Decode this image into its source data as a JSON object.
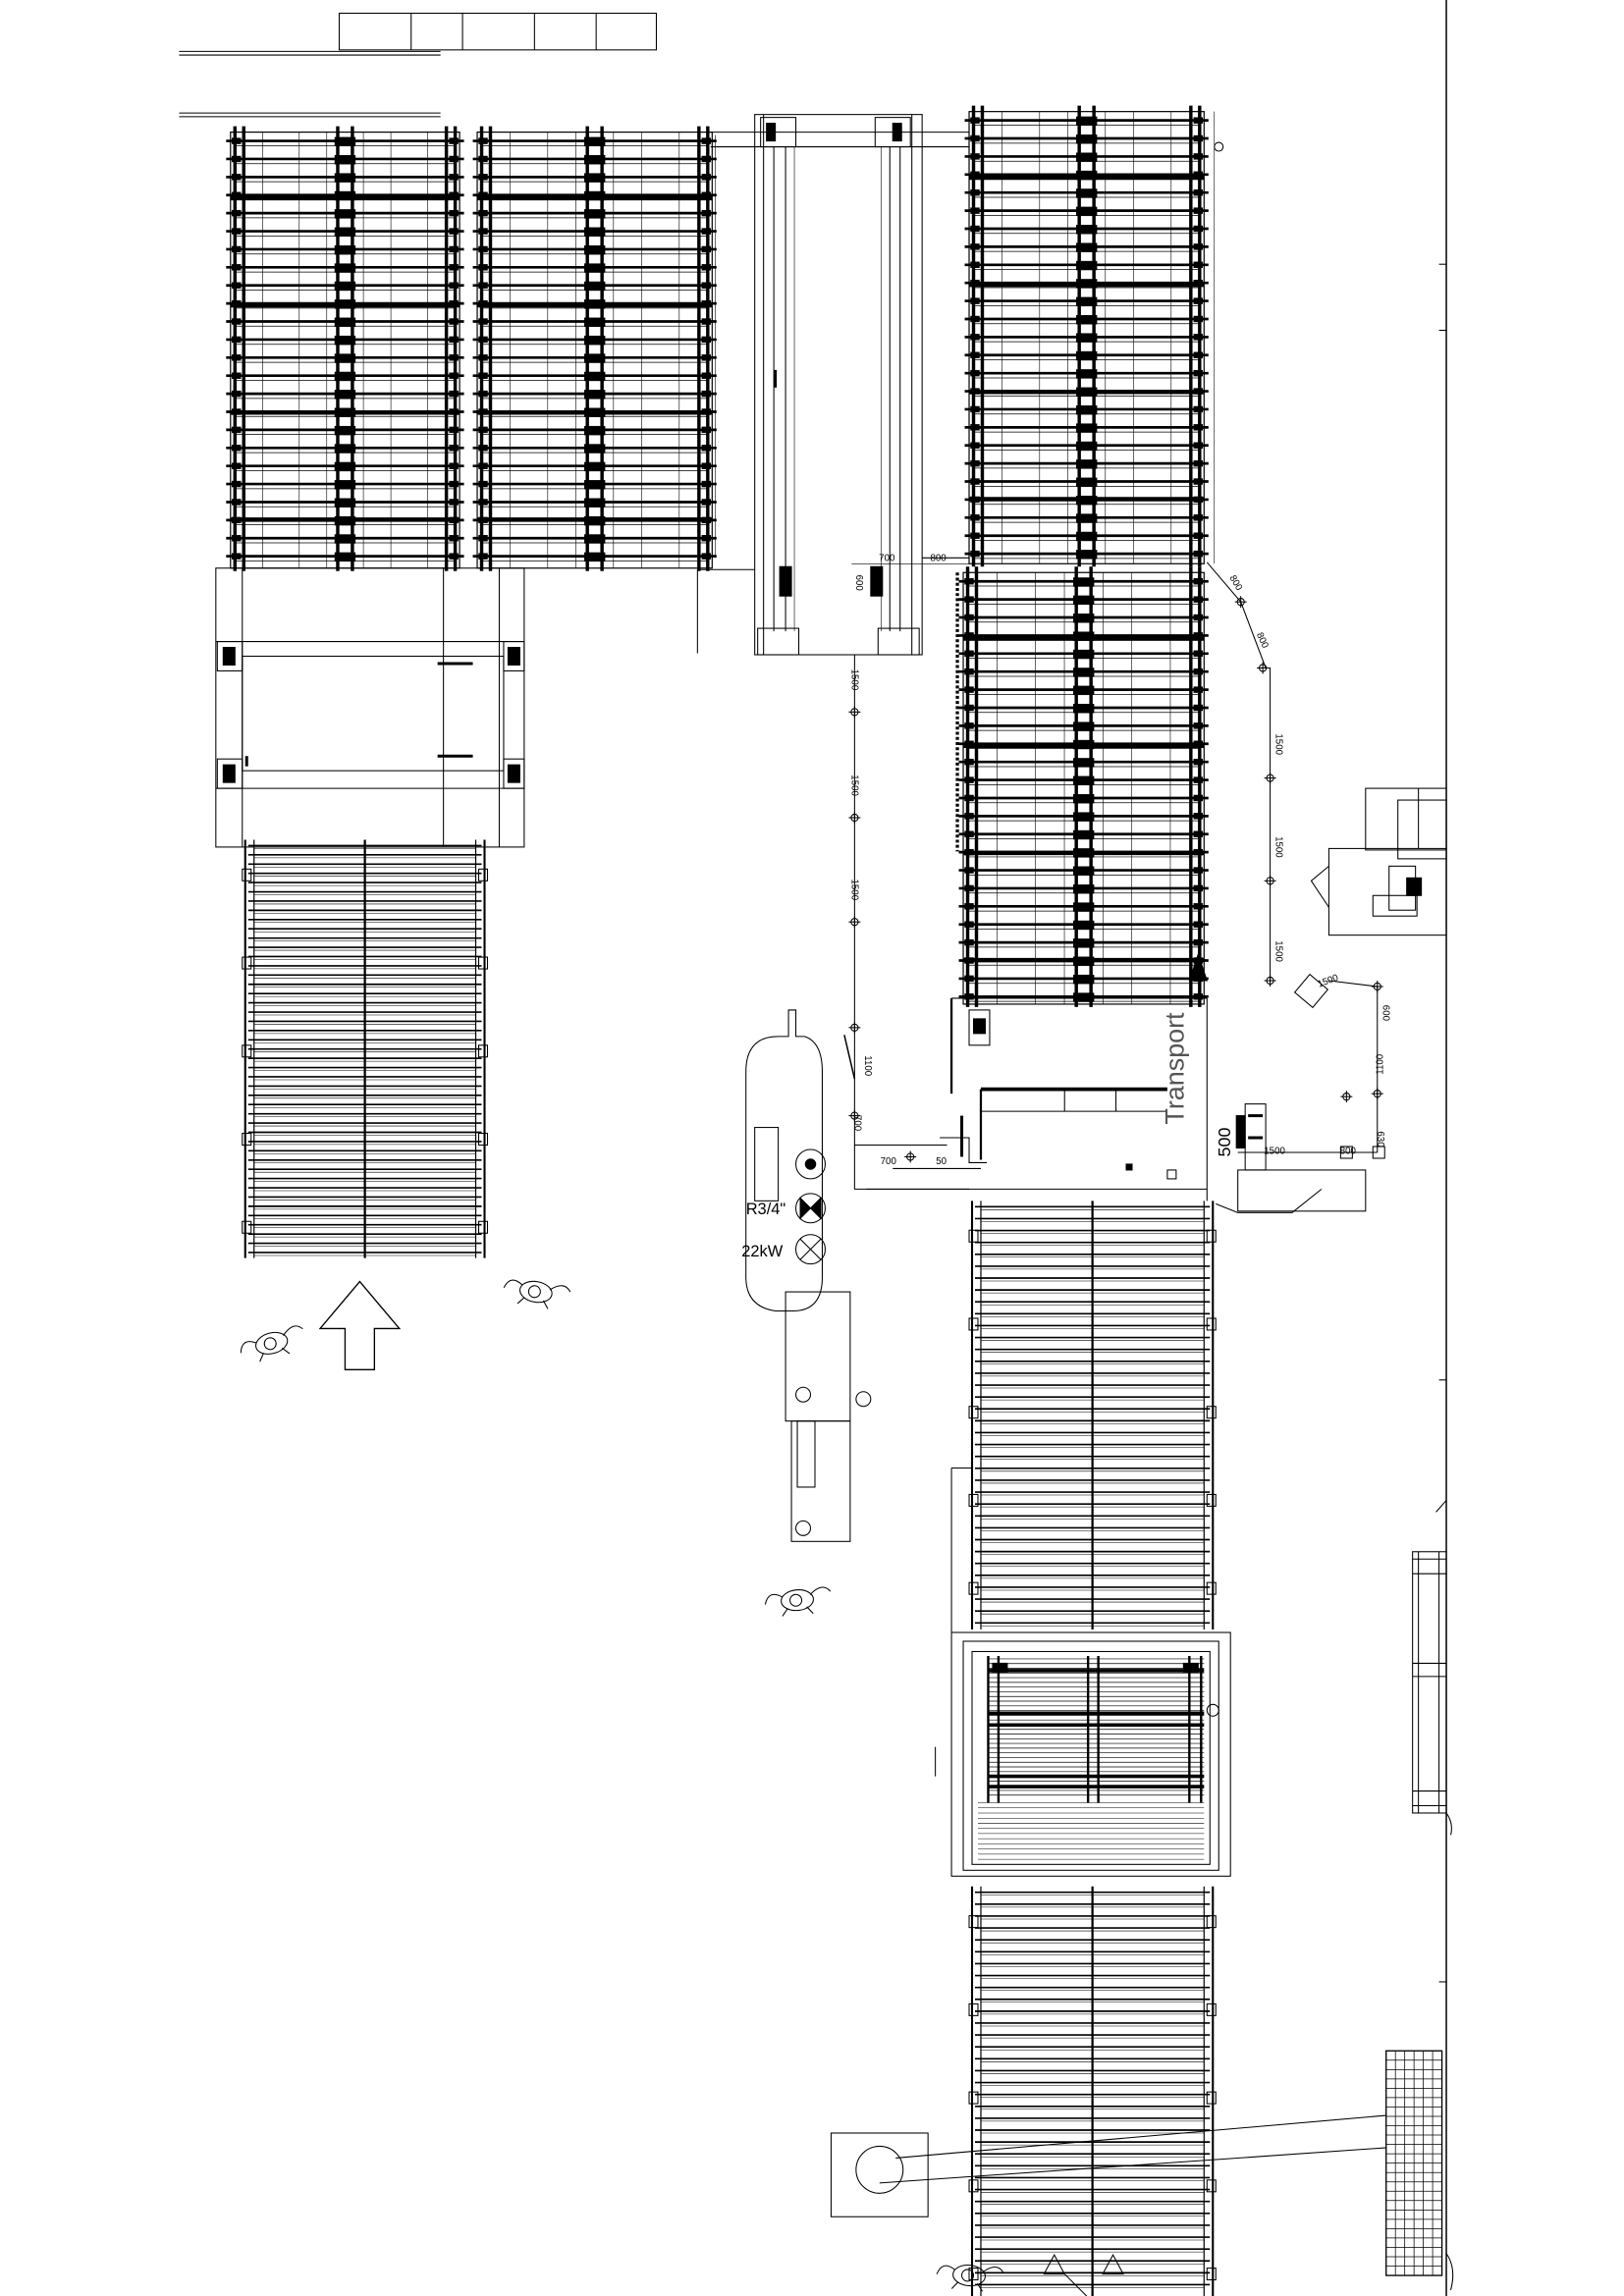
{
  "colors": {
    "line": "#000000",
    "background": "#ffffff",
    "faint_text": "#555555"
  },
  "dimension_labels": [
    "700",
    "800",
    "600",
    "800",
    "800",
    "1500",
    "1500",
    "1500",
    "1500",
    "1500",
    "1500",
    "1500",
    "600",
    "1100",
    "1100",
    "700",
    "700",
    "50",
    "1500",
    "800",
    "630",
    "500"
  ],
  "annotations": {
    "connection": "R3/4\"",
    "power": "22kW",
    "transport": "Transport"
  },
  "icons": [
    "operator-icon",
    "direction-arrow-icon",
    "valve-icon",
    "motor-icon"
  ]
}
